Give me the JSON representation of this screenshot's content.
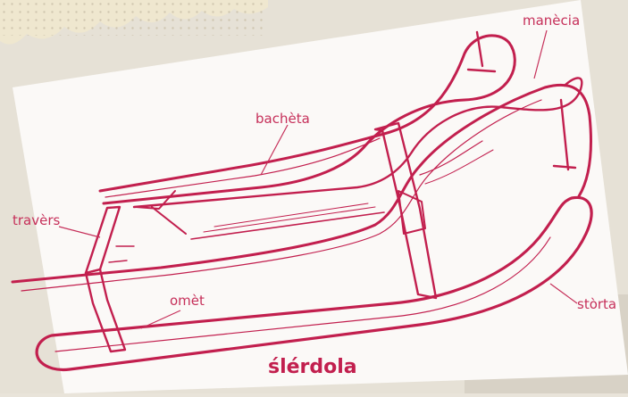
{
  "title": "ślérdola",
  "labels": {
    "manecia": "manècia",
    "bacheta": "bachèta",
    "travers": "travèrs",
    "omet": "omèt",
    "storta": "stòrta"
  },
  "colors": {
    "ink": "#c21f4e",
    "paper": "#fbf9f7",
    "background": "#e9e4da"
  }
}
